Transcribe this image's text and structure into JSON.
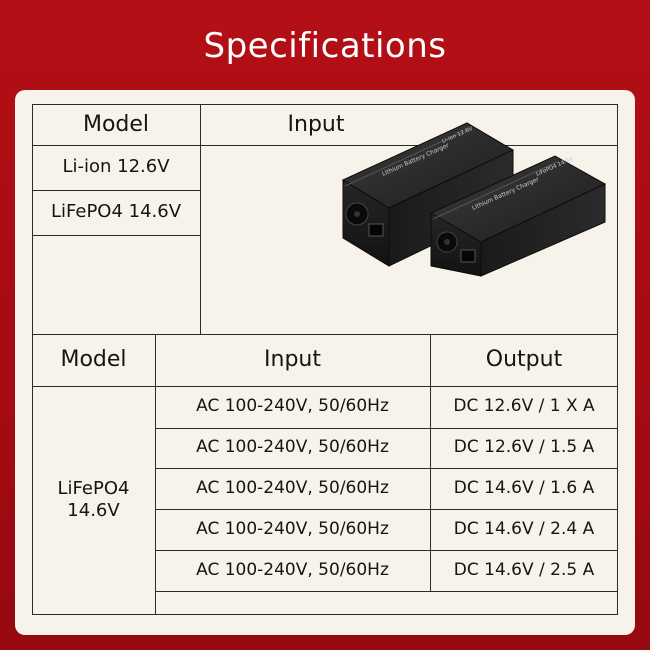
{
  "page": {
    "title": "Specifications"
  },
  "top_table": {
    "headers": {
      "model": "Model",
      "input": "Input"
    },
    "models": [
      "Li-ion 12.6V",
      "LiFePO4 14.6V"
    ]
  },
  "product_image": {
    "front_label": "Lithium Battery Charger",
    "front_side_label": "LiFePO4 14.6V",
    "back_label": "Lithium Battery Charger",
    "back_side_label": "Li-ion 12.6V"
  },
  "bottom_table": {
    "headers": {
      "model": "Model",
      "input": "Input",
      "output": "Output"
    },
    "model_line1": "LiFePO4",
    "model_line2": "14.6V",
    "rows": [
      {
        "input": "AC 100-240V, 50/60Hz",
        "output": "DC 12.6V / 1 X A"
      },
      {
        "input": "AC 100-240V, 50/60Hz",
        "output": "DC 12.6V / 1.5 A"
      },
      {
        "input": "AC 100-240V, 50/60Hz",
        "output": "DC 14.6V / 1.6 A"
      },
      {
        "input": "AC 100-240V, 50/60Hz",
        "output": "DC 14.6V / 2.4 A"
      },
      {
        "input": "AC 100-240V, 50/60Hz",
        "output": "DC 14.6V / 2.5 A"
      }
    ]
  },
  "colors": {
    "background": "#a90d14",
    "card": "#f7f2ea",
    "text": "#151515",
    "title_text": "#ffffff"
  }
}
